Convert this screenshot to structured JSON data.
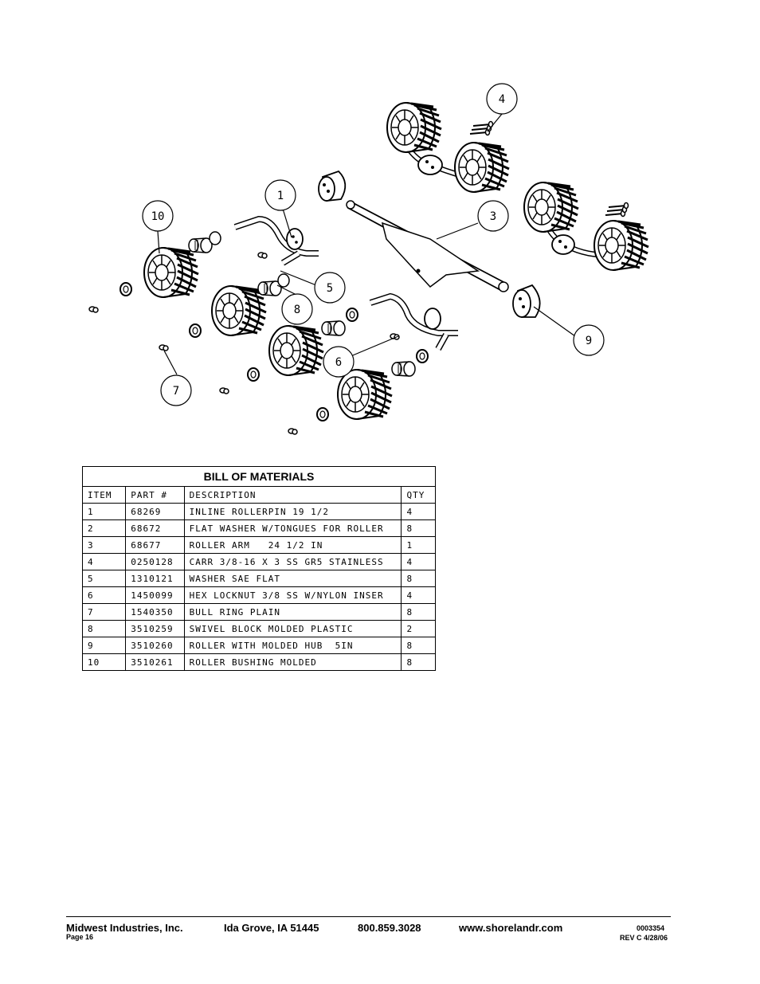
{
  "diagram": {
    "callouts": [
      "1",
      "3",
      "4",
      "5",
      "6",
      "7",
      "8",
      "9",
      "10"
    ]
  },
  "bom": {
    "title": "BILL OF MATERIALS",
    "headers": [
      "ITEM",
      "PART #",
      "DESCRIPTION",
      "QTY"
    ],
    "rows": [
      [
        "1",
        "68269",
        "INLINE ROLLERPIN 19 1/2",
        "4"
      ],
      [
        "2",
        "68672",
        "FLAT WASHER W/TONGUES FOR ROLLER",
        "8"
      ],
      [
        "3",
        "68677",
        "ROLLER ARM   24 1/2 IN",
        "1"
      ],
      [
        "4",
        "0250128",
        "CARR 3/8-16 X 3 SS GR5 STAINLESS",
        "4"
      ],
      [
        "5",
        "1310121",
        "WASHER SAE FLAT",
        "8"
      ],
      [
        "6",
        "1450099",
        "HEX LOCKNUT 3/8 SS W/NYLON INSER",
        "4"
      ],
      [
        "7",
        "1540350",
        "BULL RING PLAIN",
        "8"
      ],
      [
        "8",
        "3510259",
        "SWIVEL BLOCK MOLDED PLASTIC",
        "2"
      ],
      [
        "9",
        "3510260",
        "ROLLER WITH MOLDED HUB  5IN",
        "8"
      ],
      [
        "10",
        "3510261",
        "ROLLER BUSHING MOLDED",
        "8"
      ]
    ]
  },
  "footer": {
    "company": "Midwest Industries, Inc.",
    "city": "Ida Grove, IA  51445",
    "phone": "800.859.3028",
    "website": "www.shorelandr.com",
    "page": "Page 16",
    "doc_number": "0003354",
    "revision": "REV C  4/28/06"
  }
}
